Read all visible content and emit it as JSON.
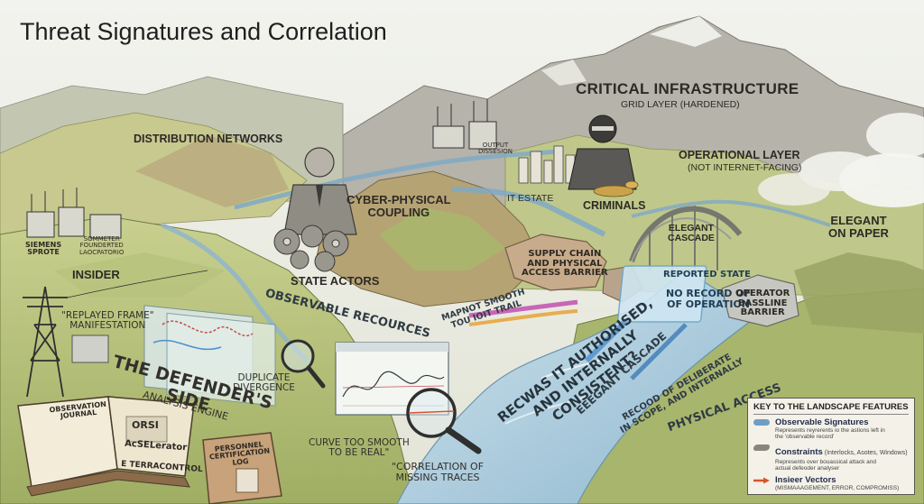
{
  "title": "Threat Signatures and Correlation",
  "labels": {
    "critical_infrastructure": "CRITICAL INFRASTRUCTURE",
    "grid_layer": "GRID LAYER (HARDENED)",
    "distribution_networks": "DISTRIBUTION NETWORKS",
    "operational_layer": "OPERATIONAL LAYER",
    "not_internet_facing": "(NOT INTERNET-FACING)",
    "cyber_physical_coupling": "CYBER-PHYSICAL\nCOUPLING",
    "it_estate": "IT ESTATE",
    "criminals": "CRIMINALS",
    "elegant_cascade_top": "ELEGANT\nCASCADE",
    "elegant_on_paper": "ELEGANT\nON PAPER",
    "siemens_sprote": "SIEMENS\nSPROTE",
    "insider": "INSIDER",
    "state_actors": "STATE ACTORS",
    "supply_chain": "SUPPLY CHAIN\nAND PHYSICAL\nACCESS BARRIER",
    "reported_state": "REPORTED STATE",
    "no_record": "NO RECORD OF\nOF OPERATION",
    "operator_baseline": "OPERATOR\nBASSLINE\nBARRIER",
    "replayed_frame": "\"REPLAYED FRAME\"\nMANIFESTATION",
    "observable_recources": "OBSERVABLE RECOURCES",
    "map_not_smooth": "MAPNOT SMOOTH\nTOU ΙΟΙΤ TRAIL",
    "was_it_authorised": "RECWAS IT AUTHORISED,\nAND INTERNALLY\nCONSISTENT?",
    "elegant_cascade_river": "EEEGANT CASCADE",
    "record_of_deliberate": "RECOOD OF DELIBERATE\nIN SCOPE, AND INTERNALLY",
    "physical_access": "PHYSICAL ACCESS",
    "defenders_side": "THE DEFENDER'S\nSIDE",
    "analysis_engine": "ANALYSIS ENGINE",
    "duplicate_divergence": "DUPLICATE\nDIVERGENCE",
    "curve_too_smooth": "CURVE TOO SMOOTH\nTO BE REAL\"",
    "correlation_missing": "\"CORRELATION OF\nMISSING TRACES",
    "observation_journal": "OBSERVATION\nJOURNAL",
    "personnel_log": "PERSONNEL\nCERTIFICATION\nLOG",
    "orsi": "ORSI",
    "acselerator": "AcSELerator",
    "e_terracontrol": "E TERRACONTROL",
    "sommeter": "SOMMETER\nFOUNDERTED\nLAOCPATORIO",
    "output_dissesion": "OUTPUT\nDISSESION"
  },
  "legend": {
    "title": "KEY TO THE LANDSCAPE FEATURES",
    "items": [
      {
        "name": "Observable Signatures",
        "desc": "Represents reyrerents io the astions left in\nthe 'observable record'",
        "color": "#6f9ec4"
      },
      {
        "name": "Constraints",
        "name_suffix": " (Interlocks, Asotes, Windows)",
        "desc": "Represents over bouassical attack and\nactual defeoder analyser",
        "color": "#8a857c"
      },
      {
        "name": "Insieer Vectors",
        "desc": "(MISMAAAGEMENT, ERROR, COMPROMISS)",
        "color": "#d9532b"
      }
    ]
  },
  "colors": {
    "sky": "#eef0ea",
    "mountain": "#a7a59d",
    "hill_green": "#b9c67f",
    "hill_brown": "#b59b6c",
    "river": "#9fc3d8",
    "signature_blue": "#6f9ec4",
    "vector_red": "#d9532b",
    "ink": "#2d2a26"
  }
}
